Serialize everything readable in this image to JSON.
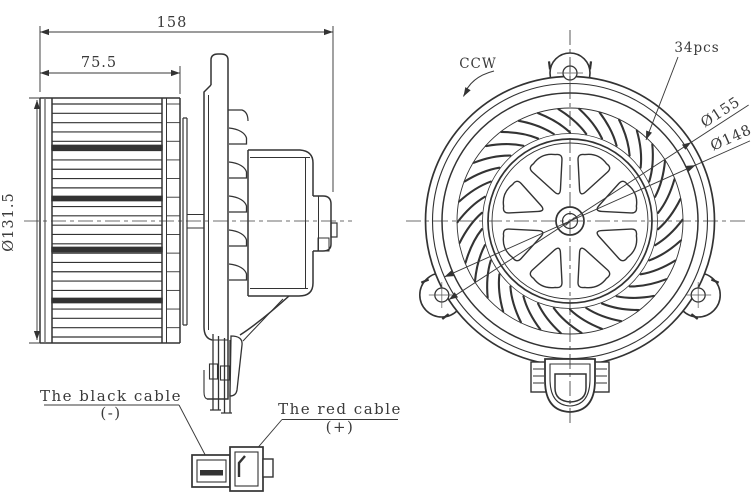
{
  "dimensions": {
    "overall_length": "158",
    "cage_length": "75.5",
    "cage_diameter": "Ø131.5",
    "housing_outer_diameter": "Ø155",
    "housing_inner_diameter": "Ø148"
  },
  "annotations": {
    "rotation": "CCW",
    "blade_count": "34pcs"
  },
  "cables": {
    "black_label": "The black cable",
    "black_polarity": "(-)",
    "red_label": "The red cable",
    "red_polarity": "(+)"
  },
  "geometry": {
    "impeller_blades": 34,
    "wheel_spokes": 8
  },
  "colors": {
    "line": "#333333",
    "text": "#3a3a3a",
    "background": "#ffffff"
  }
}
